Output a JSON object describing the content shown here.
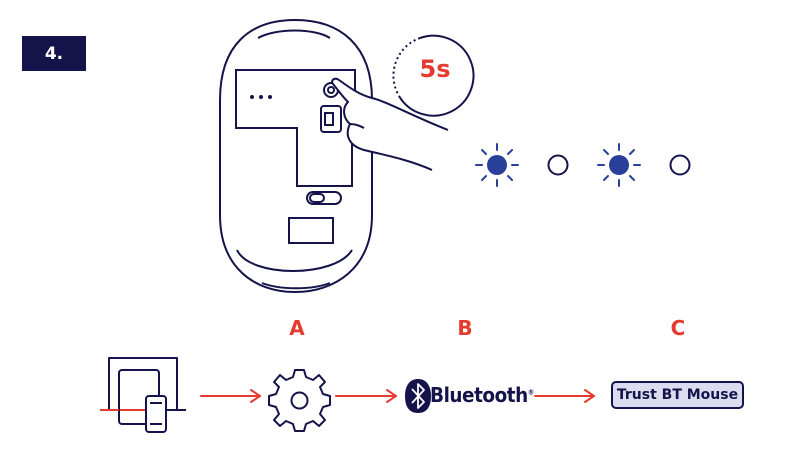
{
  "step": {
    "label": "4."
  },
  "timer": {
    "label": "5s"
  },
  "led": {
    "pattern": [
      "on",
      "off",
      "on",
      "off"
    ],
    "color": "#2a3f9a"
  },
  "steps": [
    {
      "letter": "A",
      "icon": "settings-gear-icon"
    },
    {
      "letter": "B",
      "icon": "bluetooth-icon",
      "text": "Bluetooth",
      "reg": "®"
    },
    {
      "letter": "C",
      "text": "Trust BT Mouse"
    }
  ],
  "colors": {
    "navy": "#14144a",
    "accent": "#e53b2f",
    "led_blue": "#2a3f9a",
    "button_fill": "#dcdcf0"
  }
}
